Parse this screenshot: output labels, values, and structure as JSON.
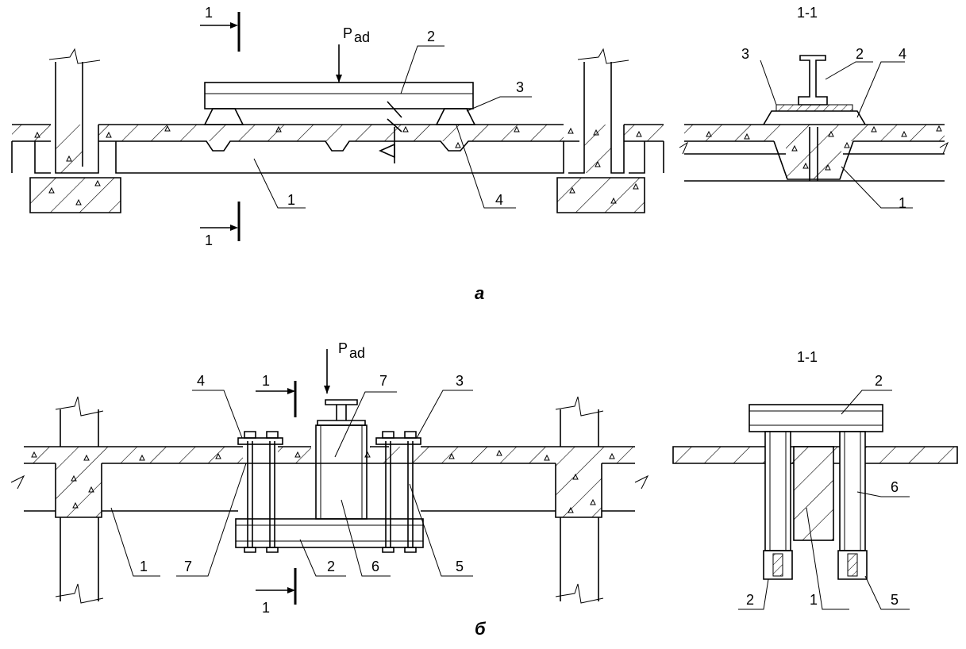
{
  "diagram": {
    "panel_a": {
      "caption": "а",
      "load": "P",
      "load_sub": "ad",
      "section_mark": "1",
      "callouts": [
        "1",
        "2",
        "3",
        "4"
      ],
      "section_title": "1-1",
      "section_callouts": [
        "1",
        "2",
        "3",
        "4"
      ]
    },
    "panel_b": {
      "caption": "б",
      "load": "P",
      "load_sub": "ad",
      "section_mark": "1",
      "callouts": [
        "1",
        "2",
        "3",
        "4",
        "5",
        "6",
        "7",
        "7"
      ],
      "section_title": "1-1",
      "section_callouts": [
        "1",
        "2",
        "2",
        "5",
        "6"
      ]
    }
  }
}
